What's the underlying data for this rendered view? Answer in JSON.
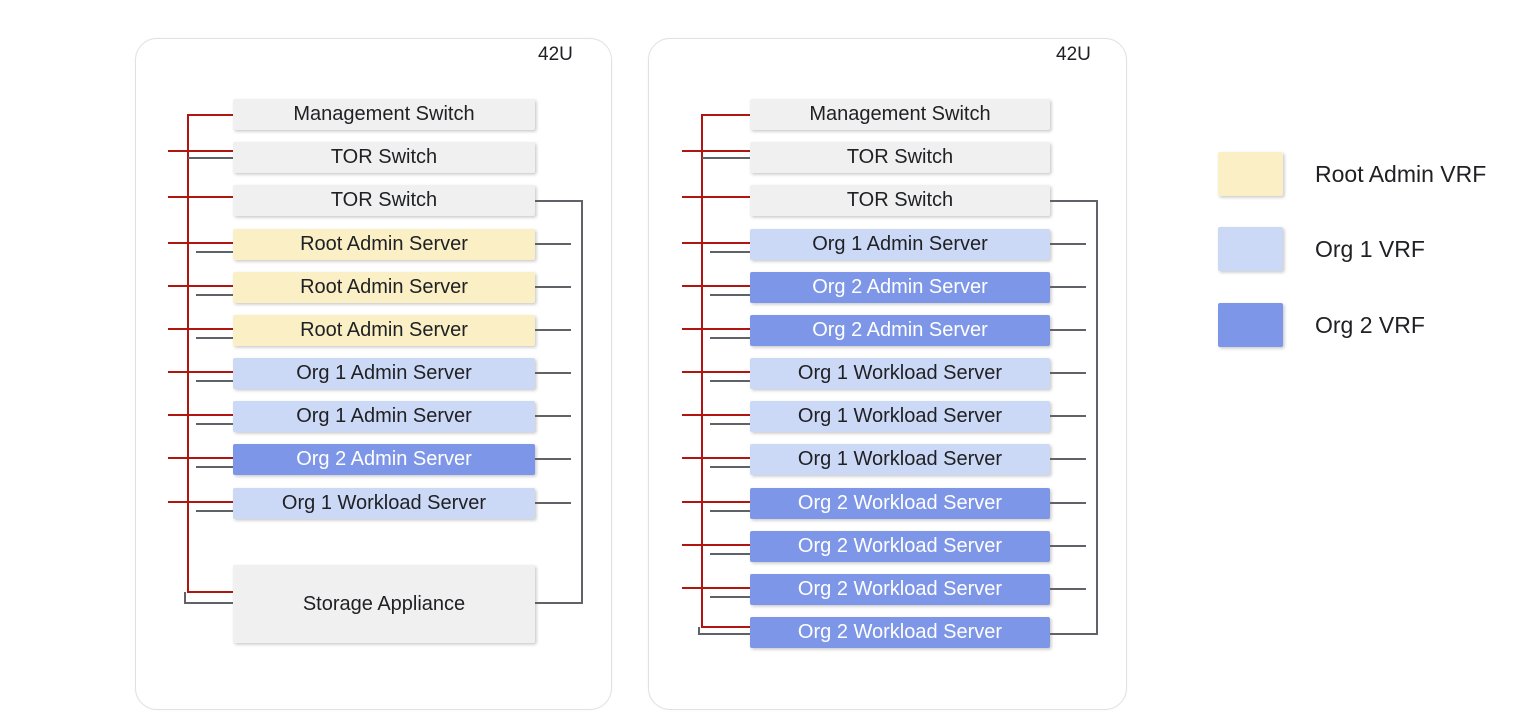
{
  "colors": {
    "management_network_red": "#b01510",
    "data_network_gray": "#5f6368",
    "unit_gray": "#f0f0f0",
    "root_admin": "#faefc5",
    "org1": "#ccd9f6",
    "org2": "#7e96e8",
    "unit_text_dark": "#202124",
    "unit_text_light": "#ffffff",
    "card_border": "#dfe1e5"
  },
  "racks": [
    {
      "name": "rack-1",
      "capacity_label": "42U",
      "units": [
        {
          "label": "Management Switch",
          "vrf": "none"
        },
        {
          "label": "TOR Switch",
          "vrf": "none"
        },
        {
          "label": "TOR Switch",
          "vrf": "none"
        },
        {
          "label": "Root Admin Server",
          "vrf": "root_admin"
        },
        {
          "label": "Root Admin Server",
          "vrf": "root_admin"
        },
        {
          "label": "Root Admin Server",
          "vrf": "root_admin"
        },
        {
          "label": "Org 1 Admin Server",
          "vrf": "org1"
        },
        {
          "label": "Org 1 Admin Server",
          "vrf": "org1"
        },
        {
          "label": "Org 2 Admin Server",
          "vrf": "org2"
        },
        {
          "label": "Org 1 Workload Server",
          "vrf": "org1"
        },
        {
          "label": "Storage Appliance",
          "vrf": "none",
          "size": "tall"
        }
      ]
    },
    {
      "name": "rack-2",
      "capacity_label": "42U",
      "units": [
        {
          "label": "Management Switch",
          "vrf": "none"
        },
        {
          "label": "TOR Switch",
          "vrf": "none"
        },
        {
          "label": "TOR Switch",
          "vrf": "none"
        },
        {
          "label": "Org 1 Admin Server",
          "vrf": "org1"
        },
        {
          "label": "Org 2 Admin Server",
          "vrf": "org2"
        },
        {
          "label": "Org 2 Admin Server",
          "vrf": "org2"
        },
        {
          "label": "Org 1 Workload Server",
          "vrf": "org1"
        },
        {
          "label": "Org 1 Workload Server",
          "vrf": "org1"
        },
        {
          "label": "Org 1 Workload Server",
          "vrf": "org1"
        },
        {
          "label": "Org 2 Workload Server",
          "vrf": "org2"
        },
        {
          "label": "Org 2 Workload Server",
          "vrf": "org2"
        },
        {
          "label": "Org 2 Workload Server",
          "vrf": "org2"
        },
        {
          "label": "Org 2 Workload Server",
          "vrf": "org2"
        }
      ]
    }
  ],
  "legend": {
    "items": [
      {
        "label": "Root Admin VRF",
        "color_key": "root_admin"
      },
      {
        "label": "Org 1 VRF",
        "color_key": "org1"
      },
      {
        "label": "Org 2 VRF",
        "color_key": "org2"
      }
    ]
  }
}
